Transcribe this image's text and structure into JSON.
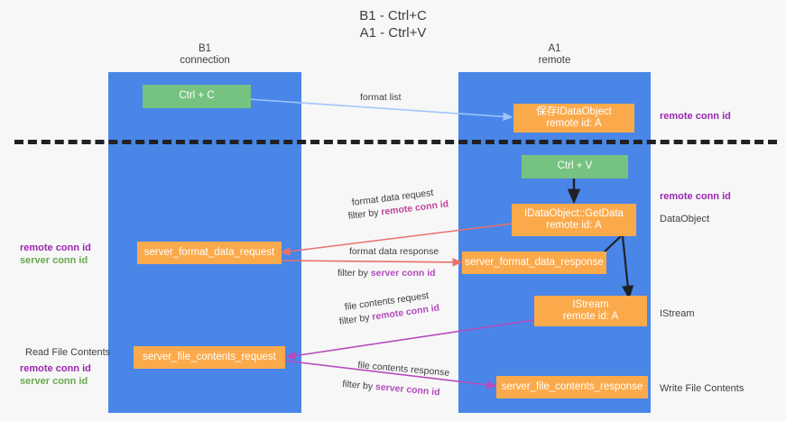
{
  "title": "B1 - Ctrl+C\nA1 - Ctrl+V",
  "lanes": [
    {
      "name": "b1",
      "label": "B1\nconnection"
    },
    {
      "name": "a1",
      "label": "A1\nremote"
    }
  ],
  "nodes": [
    {
      "key": "ctrl_c",
      "line1": "Ctrl + C",
      "line2": ""
    },
    {
      "key": "save_ido",
      "line1": "保存IDataObject",
      "line2": "remote id: A"
    },
    {
      "key": "ctrl_v",
      "line1": "Ctrl + V",
      "line2": ""
    },
    {
      "key": "getdata",
      "line1": "IDataObject::GetData",
      "line2": "remote id: A"
    },
    {
      "key": "sfdreq",
      "line1": "server_format_data_request",
      "line2": ""
    },
    {
      "key": "sfdresp",
      "line1": "server_format_data_response",
      "line2": ""
    },
    {
      "key": "istream",
      "line1": "IStream",
      "line2": "remote id: A"
    },
    {
      "key": "sfcreq",
      "line1": "server_file_contents_request",
      "line2": ""
    },
    {
      "key": "sfcresp",
      "line1": "server_file_contents_response",
      "line2": ""
    }
  ],
  "edge_labels": {
    "format_list": "format list",
    "format_data_request": "format data request",
    "format_data_request_filter_prefix": "filter by ",
    "format_data_request_filter_key": "remote conn id",
    "format_data_response": "format data response",
    "format_data_response_filter_prefix": "filter by ",
    "format_data_response_filter_key": "server conn id",
    "file_contents_request": "file contents request",
    "file_contents_request_filter_prefix": "filter by ",
    "file_contents_request_filter_key": "remote conn id",
    "file_contents_response": "file contents response",
    "file_contents_response_filter_prefix": "filter by ",
    "file_contents_response_filter_key": "server conn id"
  },
  "annotations": {
    "right_remote_conn_id_top": "remote conn id",
    "right_remote_conn_id_mid": "remote conn id",
    "right_dataobject": "DataObject",
    "right_istream": "IStream",
    "right_write_file_contents": "Write File Contents",
    "left_remote_conn_id": "remote conn id",
    "left_server_conn_id": "server conn id",
    "left_read_file_contents": "Read File Contents",
    "left_remote_conn_id_2": "remote conn id",
    "left_server_conn_id_2": "server conn id"
  },
  "colors": {
    "lane": "#4a86e8",
    "green_node": "#76c280",
    "orange_node": "#fbaa4b",
    "background": "#f7f7f7",
    "divider": "#202124",
    "purple_text": "#9c27b0",
    "green_text": "#6aa84f",
    "edge_blue": "#9fc5f8",
    "edge_red": "#e8716d",
    "edge_magenta": "#b44bbd",
    "edge_black": "#202124"
  }
}
